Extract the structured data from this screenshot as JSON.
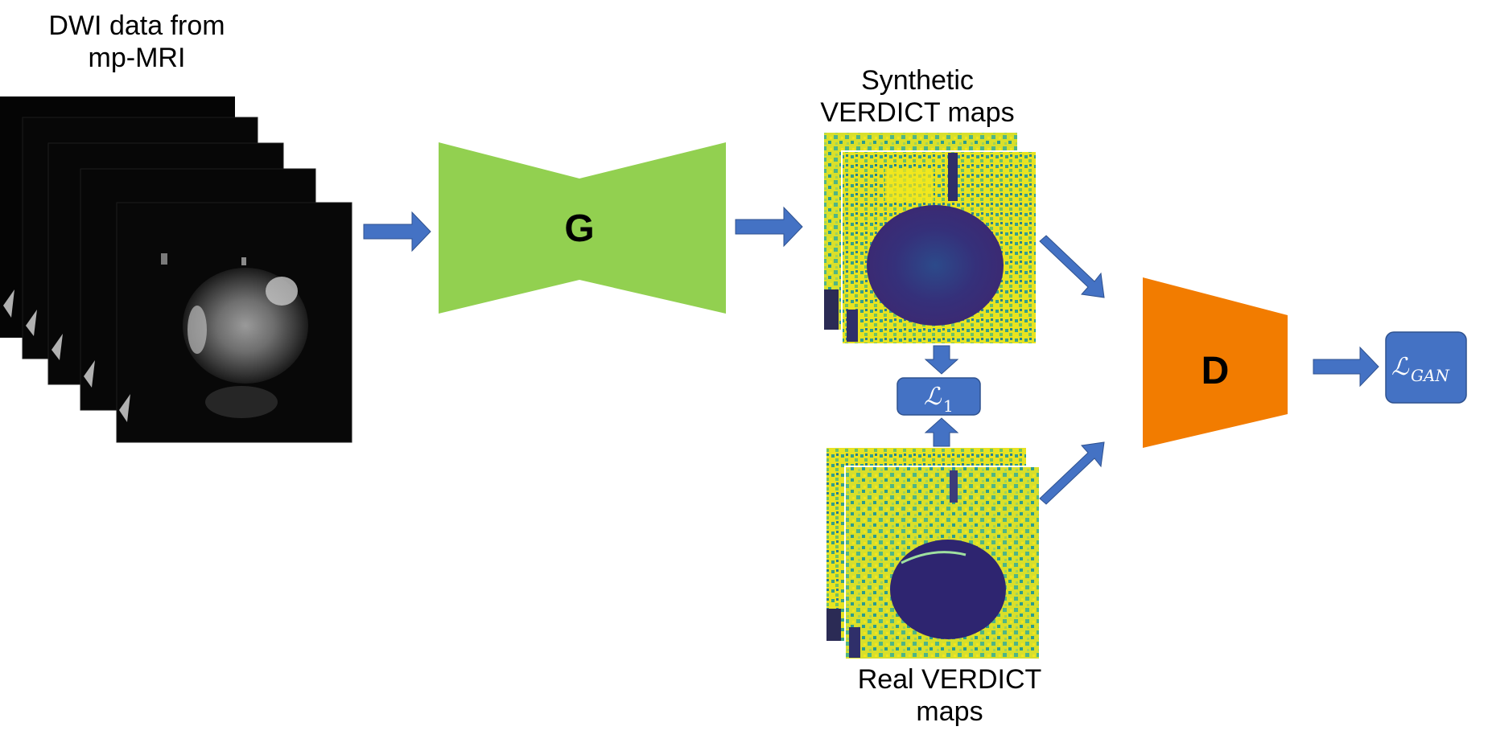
{
  "labels": {
    "dwi_input": [
      "DWI data from",
      "mp-MRI"
    ],
    "synthetic_maps": [
      "Synthetic",
      "VERDICT maps"
    ],
    "real_maps": [
      "Real VERDICT",
      "maps"
    ]
  },
  "networks": {
    "generator": "G",
    "discriminator": "D"
  },
  "losses": {
    "l1": {
      "script": "ℒ",
      "sub": "1"
    },
    "gan": {
      "script": "ℒ",
      "sub": "GAN"
    }
  },
  "colors": {
    "generator": "#92d050",
    "discriminator": "#f27c00",
    "arrow": "#4472c4",
    "loss_box": "#4472c4",
    "viridis_dark": "#3b2a73",
    "viridis_mid": "#2b9c8f",
    "viridis_light": "#f3e61e"
  }
}
